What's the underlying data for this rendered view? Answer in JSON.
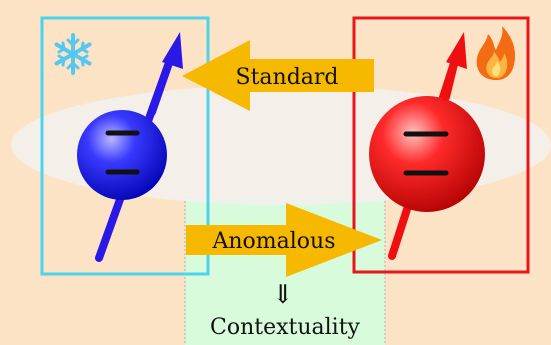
{
  "labels": {
    "standard": "Standard",
    "anomalous": "Anomalous",
    "implies": "⇓",
    "contextuality": "Contextuality"
  },
  "colors": {
    "background": "#fde3c5",
    "ellipse": "#f3f0ec",
    "context_band": "#d8fbdc",
    "cold_box": "#4cd3ee",
    "hot_box": "#e8161a",
    "cold_ball": "#1010e0",
    "hot_ball": "#f01010",
    "cold_arrow": "#2a18e6",
    "hot_arrow": "#ee0f10",
    "flow_arrow": "#f7b800",
    "snowflake": "#56c8f0",
    "flame": "#f36b12"
  },
  "icons": {
    "cold": "snowflake-icon",
    "hot": "flame-icon"
  }
}
